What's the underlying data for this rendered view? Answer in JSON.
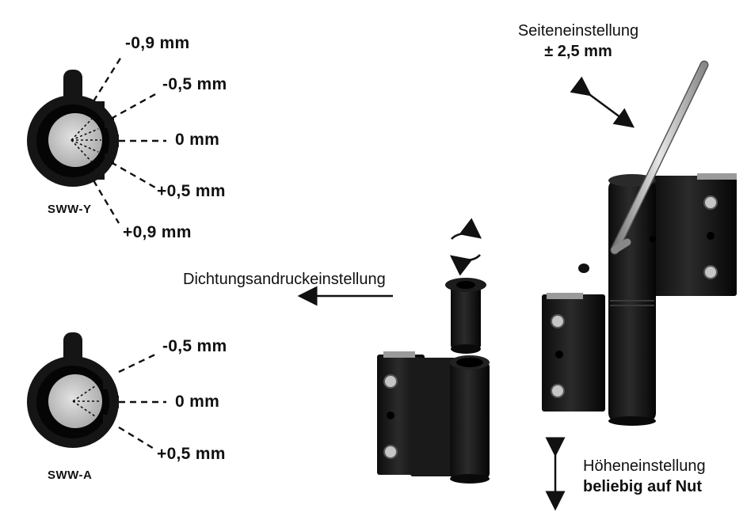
{
  "sww_y": {
    "model": "SWW-Y",
    "positions": [
      "-0,9 mm",
      "-0,5 mm",
      "0 mm",
      "+0,5 mm",
      "+0,9 mm"
    ]
  },
  "sww_a": {
    "model": "SWW-A",
    "positions": [
      "-0,5 mm",
      "0 mm",
      "+0,5 mm"
    ]
  },
  "lateral": {
    "title": "Seiteneinstellung",
    "range": "± 2,5 mm"
  },
  "seal": {
    "title": "Dichtungsandruckeinstellung"
  },
  "height": {
    "title": "Höheneinstellung",
    "range": "beliebig auf Nut"
  },
  "colors": {
    "hinge": "#151515",
    "eccentric_face": "#c9c9c9",
    "screw": "#bdbdbd",
    "arrow": "#111111"
  }
}
